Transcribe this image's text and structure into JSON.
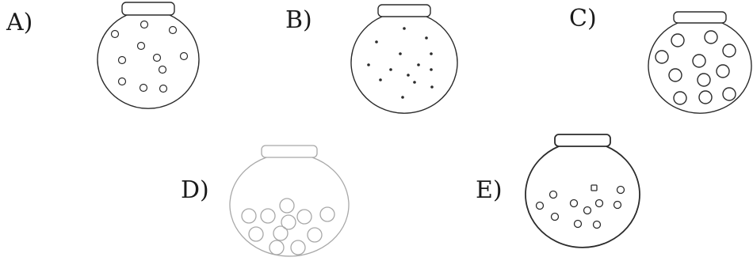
{
  "options": [
    {
      "label": "A)",
      "content": "small-particles-spread-out"
    },
    {
      "label": "B)",
      "content": "tiny-particles-spread-out"
    },
    {
      "label": "C)",
      "content": "large-particles-spread-out"
    },
    {
      "label": "D)",
      "content": "large-particles-packed-at-bottom"
    },
    {
      "label": "E)",
      "content": "mixed-shaped-particles-in-lower-half"
    }
  ],
  "colors": {
    "ink": "#2b2b2b",
    "faded_ink": "#a8a8a8",
    "background": "#ffffff"
  }
}
